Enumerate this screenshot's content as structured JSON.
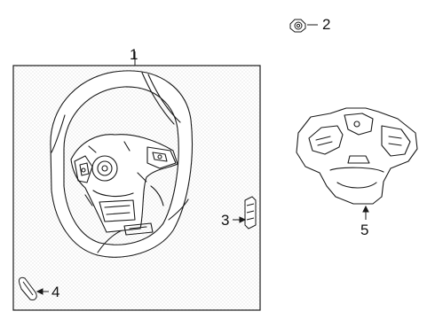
{
  "callouts": {
    "c1": "1",
    "c2": "2",
    "c3": "3",
    "c4": "4",
    "c5": "5"
  },
  "parts": [
    {
      "id": "1",
      "icon": "steering-wheel-assembly-icon"
    },
    {
      "id": "2",
      "icon": "nut-icon"
    },
    {
      "id": "3",
      "icon": "bracket-clip-icon"
    },
    {
      "id": "4",
      "icon": "cover-trim-icon"
    },
    {
      "id": "5",
      "icon": "spoke-switch-cover-icon"
    }
  ],
  "colors": {
    "line": "#1a1a1a",
    "stipple": "#cfcfcf",
    "paper": "#ffffff"
  }
}
